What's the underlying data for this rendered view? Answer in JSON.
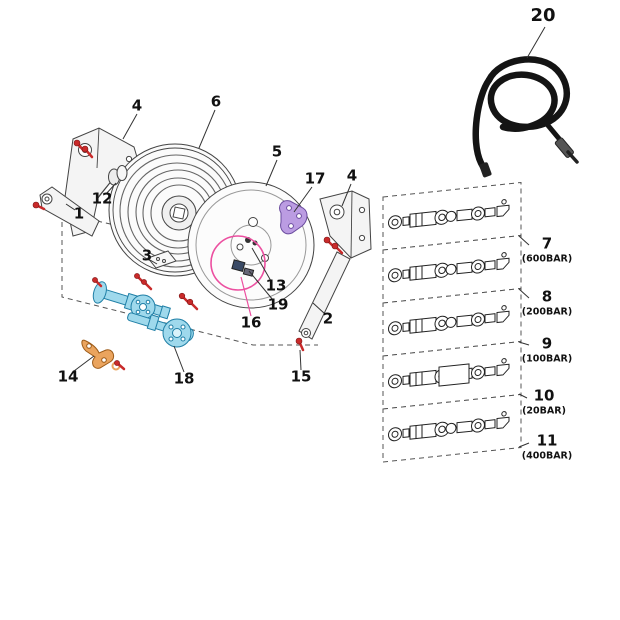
{
  "callouts": {
    "part1": "1",
    "part2": "2",
    "part3": "3",
    "part4_left": "4",
    "part4_right": "4",
    "part5": "5",
    "part6": "6",
    "part12": "12",
    "part13": "13",
    "part14": "14",
    "part15": "15",
    "part16": "16",
    "part17": "17",
    "part18": "18",
    "part19": "19",
    "part20": "20"
  },
  "pressure_variants": [
    {
      "num": "7",
      "pressure": "(600BAR)"
    },
    {
      "num": "8",
      "pressure": "(200BAR)"
    },
    {
      "num": "9",
      "pressure": "(100BAR)"
    },
    {
      "num": "10",
      "pressure": "(20BAR)"
    },
    {
      "num": "11",
      "pressure": "(400BAR)"
    }
  ],
  "colors": {
    "part_cyan": "#9fd9ec",
    "part_orange": "#eaa45e",
    "part_purple": "#bb9ce2",
    "highlight_pink": "#ec4fa0",
    "screw_red": "#c92a2a",
    "hose_black": "#141414"
  }
}
